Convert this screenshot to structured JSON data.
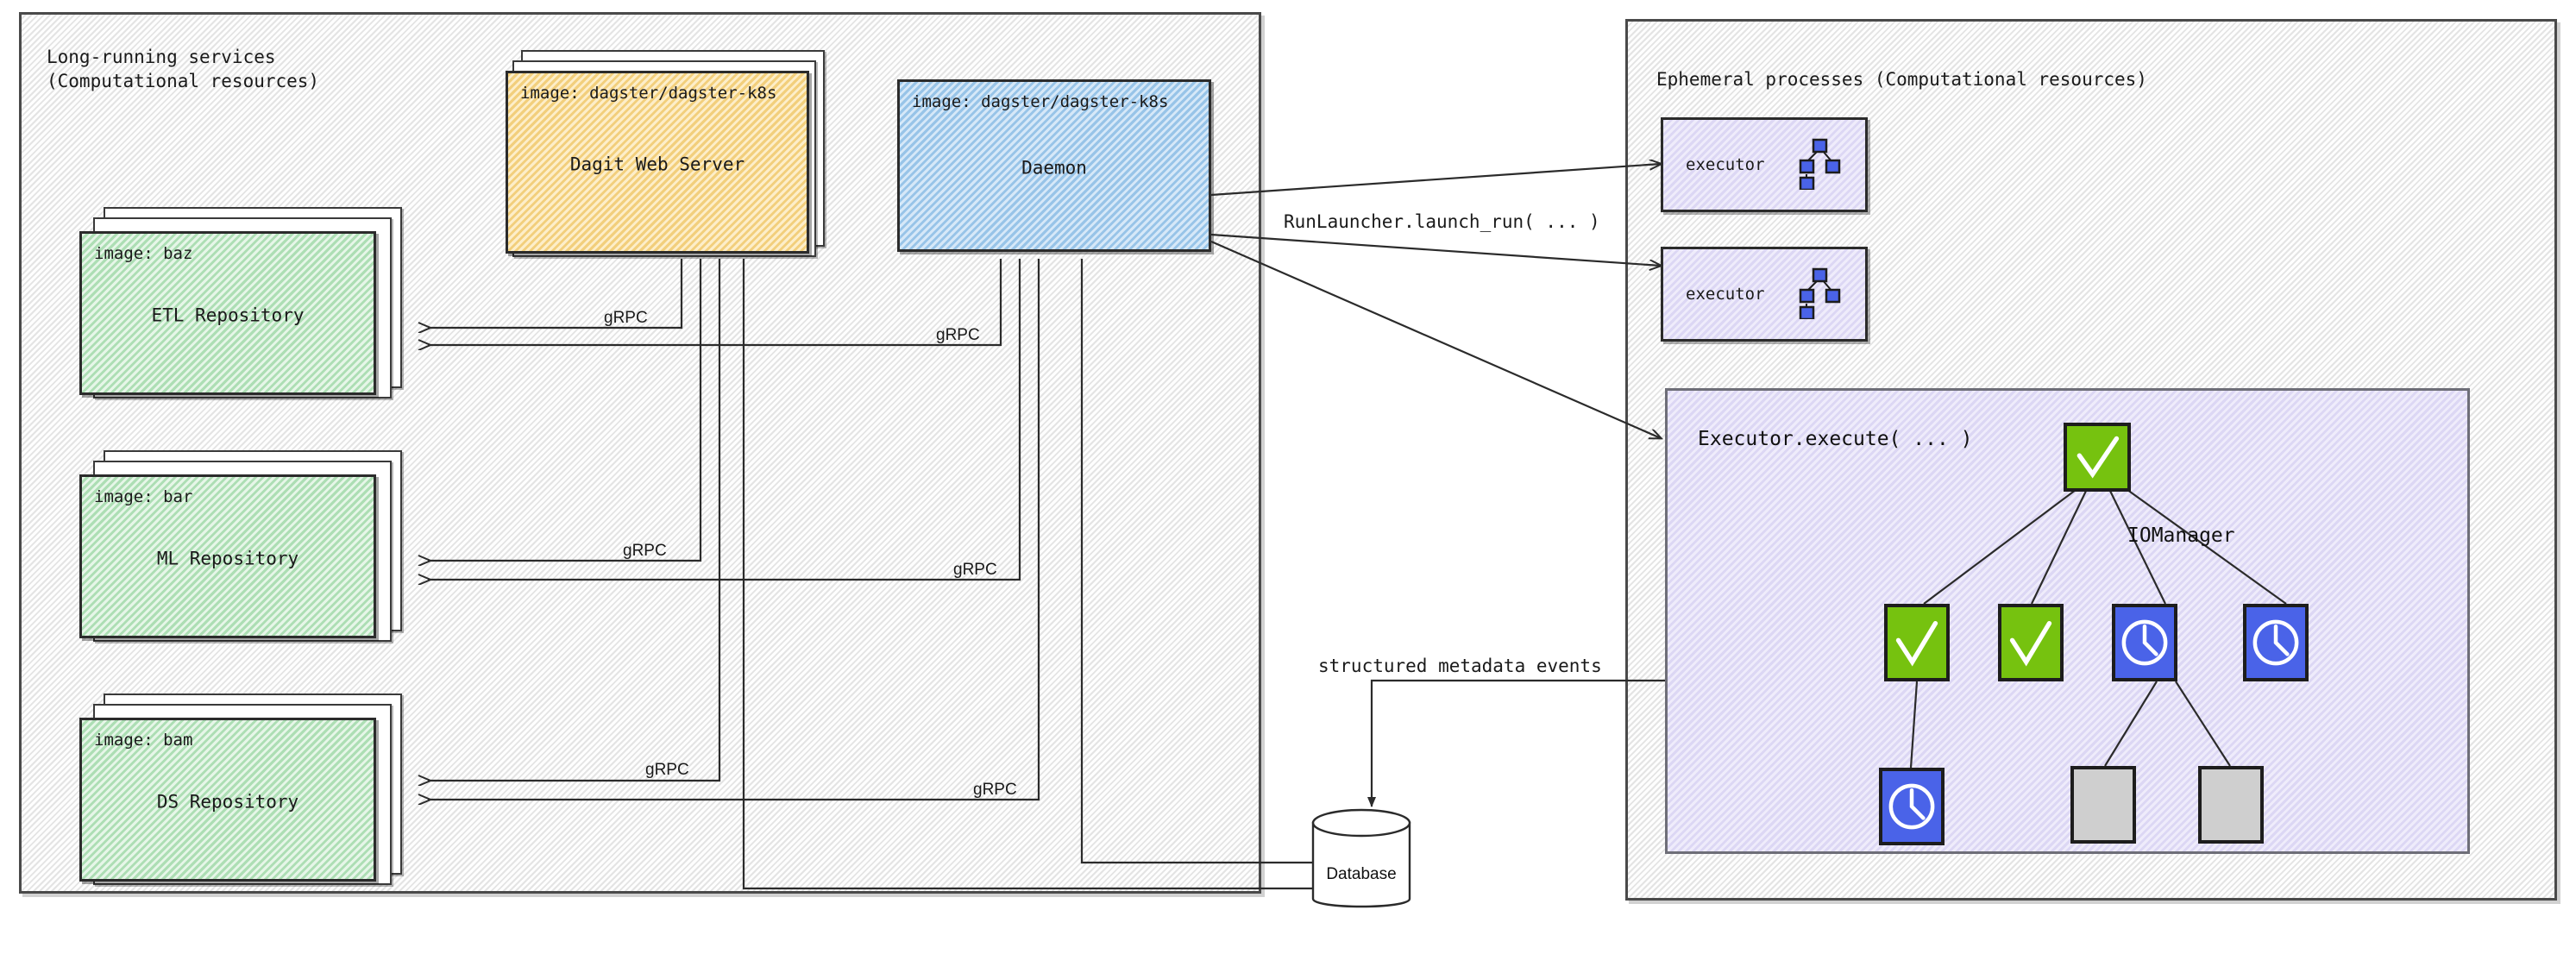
{
  "diagram": {
    "title_left": "Long-running services\n(Computational resources)",
    "title_right": "Ephemeral processes (Computational resources)"
  },
  "left_panel": {
    "title_line1": "Long-running services",
    "title_line2": "(Computational resources)",
    "services": [
      {
        "image": "image: dagster/dagster-k8s",
        "name": "Dagit Web Server",
        "fill": "#fdeec9"
      },
      {
        "image": "image: dagster/dagster-k8s",
        "name": "Daemon",
        "fill": "#d6e8f8"
      }
    ],
    "repositories": [
      {
        "image": "image: baz",
        "name": "ETL Repository",
        "fill": "#e6f6e8"
      },
      {
        "image": "image: bar",
        "name": "ML Repository",
        "fill": "#e6f6e8"
      },
      {
        "image": "image: bam",
        "name": "DS Repository",
        "fill": "#e6f6e8"
      }
    ]
  },
  "right_panel": {
    "title": "Ephemeral processes (Computational resources)",
    "executors": [
      {
        "label": "executor",
        "icon": "dag-icon"
      },
      {
        "label": "executor",
        "icon": "dag-icon"
      }
    ],
    "exec_region": {
      "label": "Executor.execute( ... )",
      "iomanager_label": "IOManager"
    }
  },
  "database": {
    "label": "Database"
  },
  "edge_labels": {
    "grpc": "gRPC",
    "launch_run": "RunLauncher.launch_run( ... )",
    "metadata_events": "structured metadata events"
  },
  "dag": {
    "nodes": [
      {
        "id": "root",
        "status": "success",
        "color": "#76c20f"
      },
      {
        "id": "c1",
        "status": "success",
        "color": "#76c20f"
      },
      {
        "id": "c2",
        "status": "success",
        "color": "#76c20f"
      },
      {
        "id": "c3",
        "status": "running",
        "color": "#4a63e8"
      },
      {
        "id": "c4",
        "status": "running",
        "color": "#4a63e8"
      },
      {
        "id": "g1",
        "status": "running",
        "color": "#4a63e8"
      },
      {
        "id": "g2",
        "status": "queued",
        "color": "#cfcfcf"
      },
      {
        "id": "g3",
        "status": "queued",
        "color": "#cfcfcf"
      }
    ],
    "edges": [
      [
        "root",
        "c1"
      ],
      [
        "root",
        "c2"
      ],
      [
        "root",
        "c3"
      ],
      [
        "root",
        "c4"
      ],
      [
        "c1",
        "g1"
      ],
      [
        "c3",
        "g2"
      ],
      [
        "c3",
        "g3"
      ]
    ]
  },
  "colors": {
    "success_green": "#76c20f",
    "running_blue": "#4a63e8",
    "queued_gray": "#cfcfcf",
    "panel_bg": "#f4f4f4",
    "lavender": "#efecfb",
    "stroke": "#2b2b2b"
  }
}
